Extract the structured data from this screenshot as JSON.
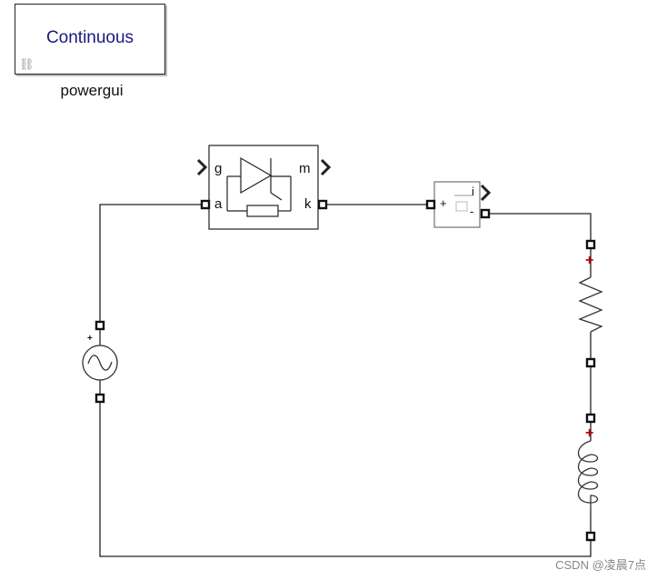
{
  "powergui": {
    "mode": "Continuous",
    "label": "powergui",
    "link_icon": "broken-link-icon"
  },
  "thyristor": {
    "port_g": "g",
    "port_m": "m",
    "port_a": "a",
    "port_k": "k"
  },
  "current_meter": {
    "plus": "+",
    "minus": "-",
    "out": "i"
  },
  "resistor": {
    "plus": "+"
  },
  "inductor": {
    "plus": "+"
  },
  "ac_source": {
    "plus": "+",
    "icon": "sine-wave-icon"
  },
  "watermark": "CSDN @凌晨7点",
  "colors": {
    "wire": "#222222",
    "polarity": "#c00000",
    "text_blue": "#1a1a80"
  }
}
